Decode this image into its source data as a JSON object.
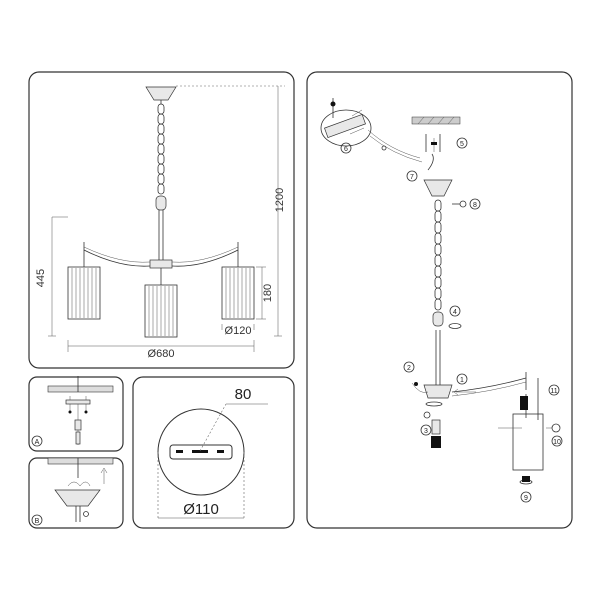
{
  "dimensions": {
    "height_total": "1200",
    "height_body": "445",
    "shade_height": "180",
    "shade_diameter": "Ø120",
    "width_total": "Ø680",
    "mount_spacing": "80",
    "canopy_diameter": "Ø110"
  },
  "panel_labels": {
    "a": "A",
    "b": "B"
  },
  "step_numbers": [
    "1",
    "2",
    "3",
    "4",
    "5",
    "6",
    "7",
    "8",
    "9",
    "10",
    "11"
  ]
}
